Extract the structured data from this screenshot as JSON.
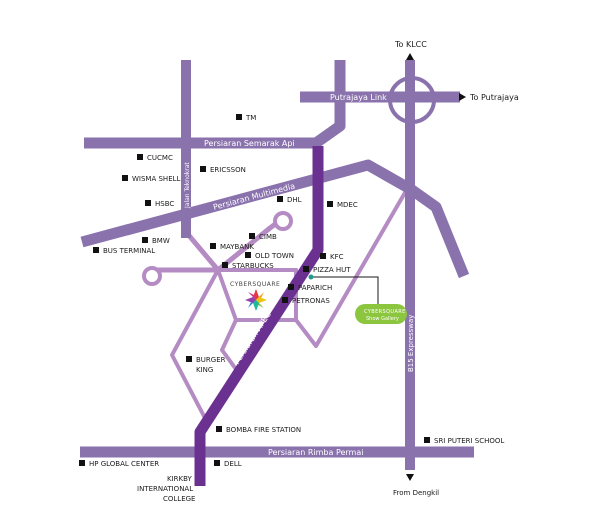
{
  "colors": {
    "road": "#8a72ad",
    "highway": "#6b3190",
    "local": "#b58bc4",
    "poi": "#111111",
    "gallery": "#8cc63f",
    "connector": "#1f9b8f"
  },
  "roads": {
    "putrajaya_link": "Putrajaya Link",
    "semarak_api": "Persiaran Semarak Api",
    "multimedia": "Persiaran Multimedia",
    "teknokrat": "Jalan Teknokrat",
    "apec": "Persiaran APEC",
    "rimba_permai": "Persiaran Rimba Permai",
    "b15": "B15 Expressway"
  },
  "directions": {
    "klcc": "To KLCC",
    "putrajaya": "To Putrajaya",
    "dengkil": "From Dengkil"
  },
  "pois": {
    "tm": "TM",
    "cucmc": "CUCMC",
    "ericsson": "ERICSSON",
    "wisma_shell": "WISMA SHELL",
    "hsbc": "HSBC",
    "dhl": "DHL",
    "mdec": "MDEC",
    "cimb": "CIMB",
    "bmw": "BMW",
    "bus_terminal": "BUS TERMINAL",
    "maybank": "MAYBANK",
    "old_town": "OLD TOWN",
    "starbucks": "STARBUCKS",
    "kfc": "KFC",
    "pizza_hut": "PIZZA HUT",
    "paparich": "PAPARICH",
    "petronas": "PETRONAS",
    "burger_king_1": "BURGER",
    "burger_king_2": "KING",
    "bomba": "BOMBA FIRE STATION",
    "sri_puteri": "SRI PUTERI SCHOOL",
    "hp": "HP GLOBAL CENTER",
    "dell": "DELL",
    "kirkby_1": "KIRKBY",
    "kirkby_2": "INTERNATIONAL",
    "kirkby_3": "COLLEGE"
  },
  "cybersquare": {
    "logo_text": "CYBERSQUARE",
    "gallery_title": "CYBERSQUARE",
    "gallery_sub": "Show Gallery"
  }
}
